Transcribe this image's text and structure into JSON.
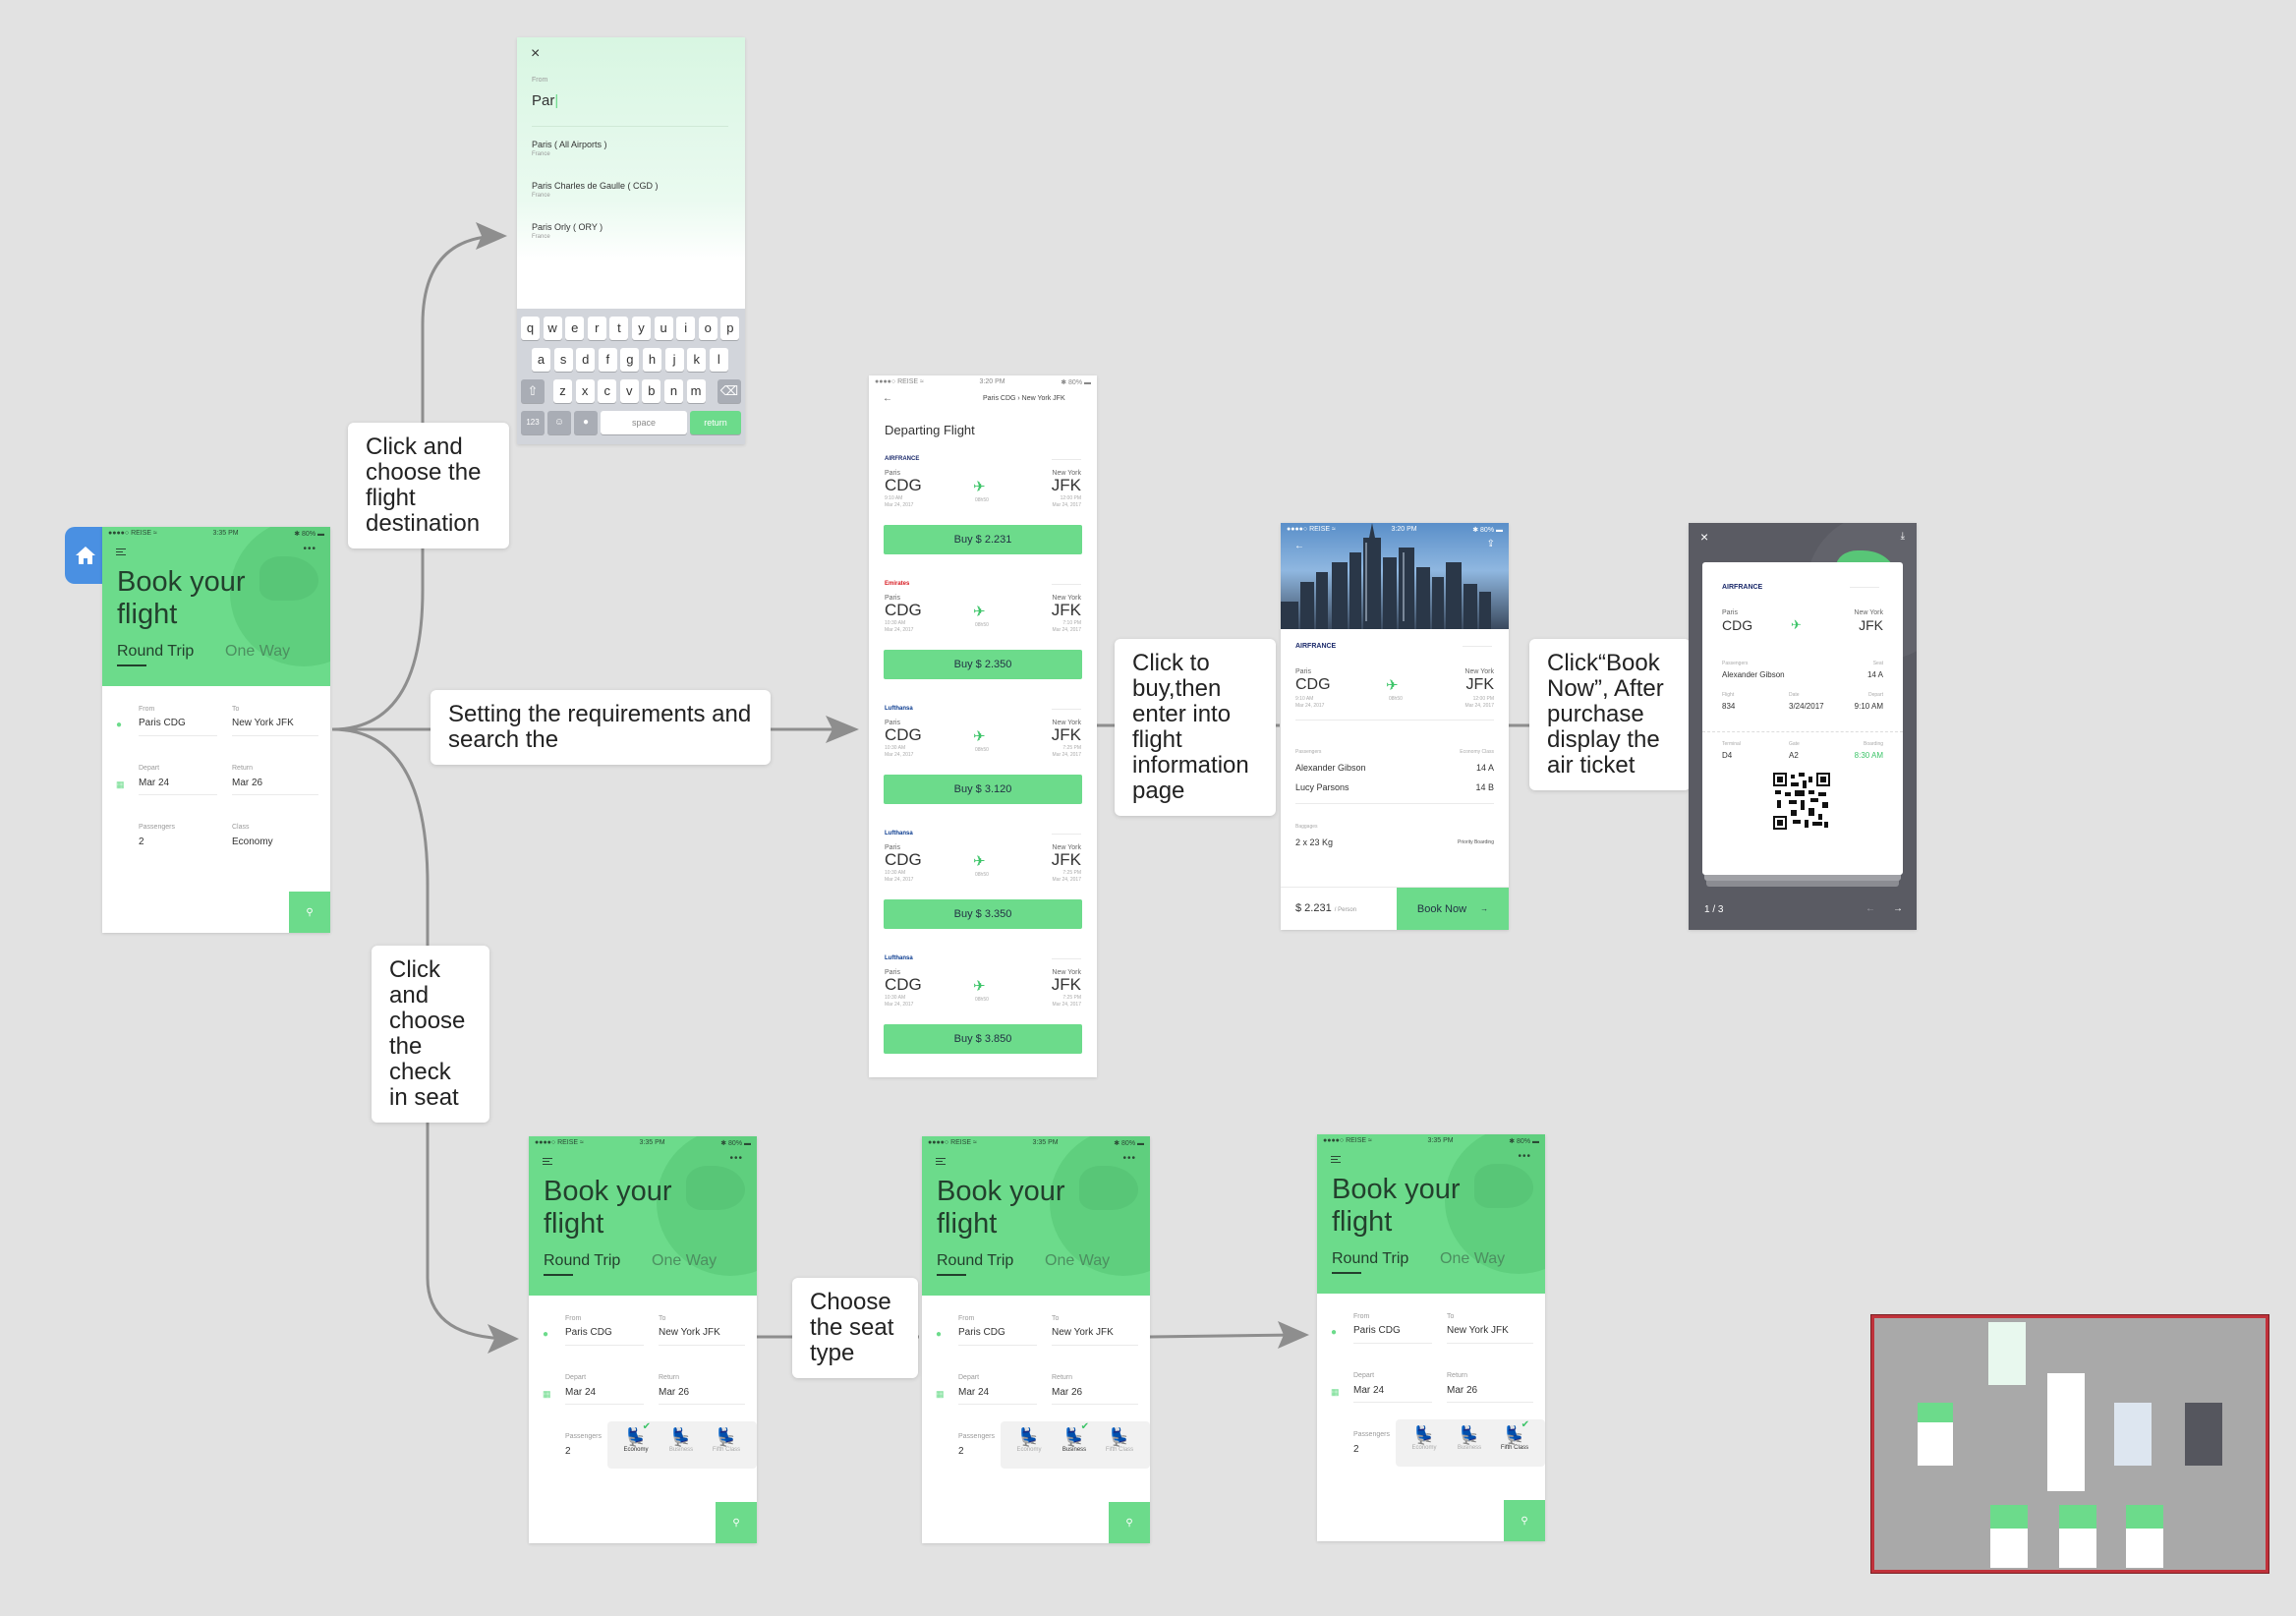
{
  "annotations": {
    "choose_destination": "Click and choose the flight destination",
    "set_requirements": "Setting the requirements and search the",
    "check_in_seat": "Click and choose the check in seat",
    "seat_type": "Choose the seat type",
    "buy": "Click to buy,then enter into flight information page",
    "book_now": "Click“Book Now”, After purchase display the air ticket"
  },
  "home_screen": {
    "status_left": "●●●●○ REISE ≈",
    "status_time": "3:35 PM",
    "status_right": "✱ 80% ▬",
    "title_line1": "Book your",
    "title_line2": "flight",
    "tab_round": "Round Trip",
    "tab_one": "One Way",
    "from_label": "From",
    "from_value": "Paris CDG",
    "to_label": "To",
    "to_value": "New York JFK",
    "depart_label": "Depart",
    "depart_value": "Mar 24",
    "return_label": "Return",
    "return_value": "Mar 26",
    "passengers_label": "Passengers",
    "passengers_value": "2",
    "class_label": "Class",
    "class_value": "Economy",
    "more": "•••"
  },
  "search_screen": {
    "close": "×",
    "from_label": "From",
    "query": "Par",
    "results": [
      {
        "name": "Paris ( All Airports )",
        "country": "France"
      },
      {
        "name": "Paris Charles de Gaulle ( CGD )",
        "country": "France"
      },
      {
        "name": "Paris Orly ( ORY )",
        "country": "France"
      }
    ],
    "row1": [
      "q",
      "w",
      "e",
      "r",
      "t",
      "y",
      "u",
      "i",
      "o",
      "p"
    ],
    "row2": [
      "a",
      "s",
      "d",
      "f",
      "g",
      "h",
      "j",
      "k",
      "l"
    ],
    "row3": [
      "z",
      "x",
      "c",
      "v",
      "b",
      "n",
      "m"
    ],
    "key_123": "123",
    "key_space": "space",
    "key_return": "return"
  },
  "flight_list": {
    "status_left": "●●●●○ REISE ≈",
    "status_time": "3:20 PM",
    "status_right": "✱ 80% ▬",
    "route": "Paris CDG ›  New York JFK",
    "heading": "Departing Flight",
    "flights": [
      {
        "airline": "AIRFRANCE",
        "airline_color": "#1b2a6b",
        "price": "Buy $ 2.231",
        "dep_time": "9:10 AM",
        "arr_time": "12:00 PM",
        "dep_date": "Mar 24, 2017",
        "arr_date": "Mar 24, 2017",
        "duration": "08h50"
      },
      {
        "airline": "Emirates",
        "airline_color": "#d71920",
        "price": "Buy $ 2.350",
        "dep_time": "10:30 AM",
        "arr_time": "7:10 PM",
        "dep_date": "Mar 24, 2017",
        "arr_date": "Mar 24, 2017",
        "duration": "08h50"
      },
      {
        "airline": "Lufthansa",
        "airline_color": "#0a3b8f",
        "price": "Buy $ 3.120",
        "dep_time": "10:30 AM",
        "arr_time": "7:25 PM",
        "dep_date": "Mar 24, 2017",
        "arr_date": "Mar 24, 2017",
        "duration": "08h50"
      },
      {
        "airline": "Lufthansa",
        "airline_color": "#0a3b8f",
        "price": "Buy $ 3.350",
        "dep_time": "10:30 AM",
        "arr_time": "7:25 PM",
        "dep_date": "Mar 24, 2017",
        "arr_date": "Mar 24, 2017",
        "duration": "08h50"
      },
      {
        "airline": "Lufthansa",
        "airline_color": "#0a3b8f",
        "price": "Buy $ 3.850",
        "dep_time": "10:30 AM",
        "arr_time": "7:25 PM",
        "dep_date": "Mar 24, 2017",
        "arr_date": "Mar 24, 2017",
        "duration": "08h50"
      }
    ],
    "from_city": "Paris",
    "from_code": "CDG",
    "to_city": "New York",
    "to_code": "JFK"
  },
  "flight_info": {
    "status_left": "●●●●○ REISE ≈",
    "status_time": "3:20 PM",
    "status_right": "✱ 80% ▬",
    "airline": "AIRFRANCE",
    "from_city": "Paris",
    "from_code": "CDG",
    "to_city": "New York",
    "to_code": "JFK",
    "dep_time": "9:10 AM",
    "arr_time": "12:00 PM",
    "dep_date": "Mar 24, 2017",
    "arr_date": "Mar 24, 2017",
    "duration": "08h50",
    "passengers_label": "Passengers",
    "class_label": "Economy Class",
    "passengers": [
      {
        "name": "Alexander Gibson",
        "seat": "14 A"
      },
      {
        "name": "Lucy Parsons",
        "seat": "14 B"
      }
    ],
    "baggage_label": "Baggages",
    "baggage_value": "2 x 23 Kg",
    "priority": "Priority Boarding",
    "price": "$ 2.231",
    "per": "/ Person",
    "book_now": "Book Now",
    "arrow": "→"
  },
  "ticket": {
    "close": "×",
    "airline": "AIRFRANCE",
    "from_city": "Paris",
    "from_code": "CDG",
    "to_city": "New York",
    "to_code": "JFK",
    "passenger_label": "Passengers",
    "passenger": "Alexander Gibson",
    "seat_label": "Seat",
    "seat": "14 A",
    "flight_label": "Flight",
    "flight": "834",
    "date_label": "Date",
    "date": "3/24/2017",
    "depart_label": "Depart",
    "depart": "9:10 AM",
    "terminal_label": "Terminal",
    "terminal": "D4",
    "gate_label": "Gate",
    "gate": "A2",
    "boarding_label": "Boarding",
    "boarding": "8:30 AM",
    "pager": "1 / 3",
    "prev": "←",
    "next": "→"
  },
  "seat_screens": [
    {
      "selected": "Economy"
    },
    {
      "selected": "Business"
    },
    {
      "selected": "Fifth Class"
    }
  ],
  "seat_labels": [
    "Economy",
    "Business",
    "Fifth Class"
  ],
  "colors": {
    "brand_green": "#6cdb8b",
    "canvas": "#e2e2e2",
    "minimap_border": "#c0323b",
    "ticket_bg": "#5a5b63",
    "home_badge": "#4a90e2"
  }
}
